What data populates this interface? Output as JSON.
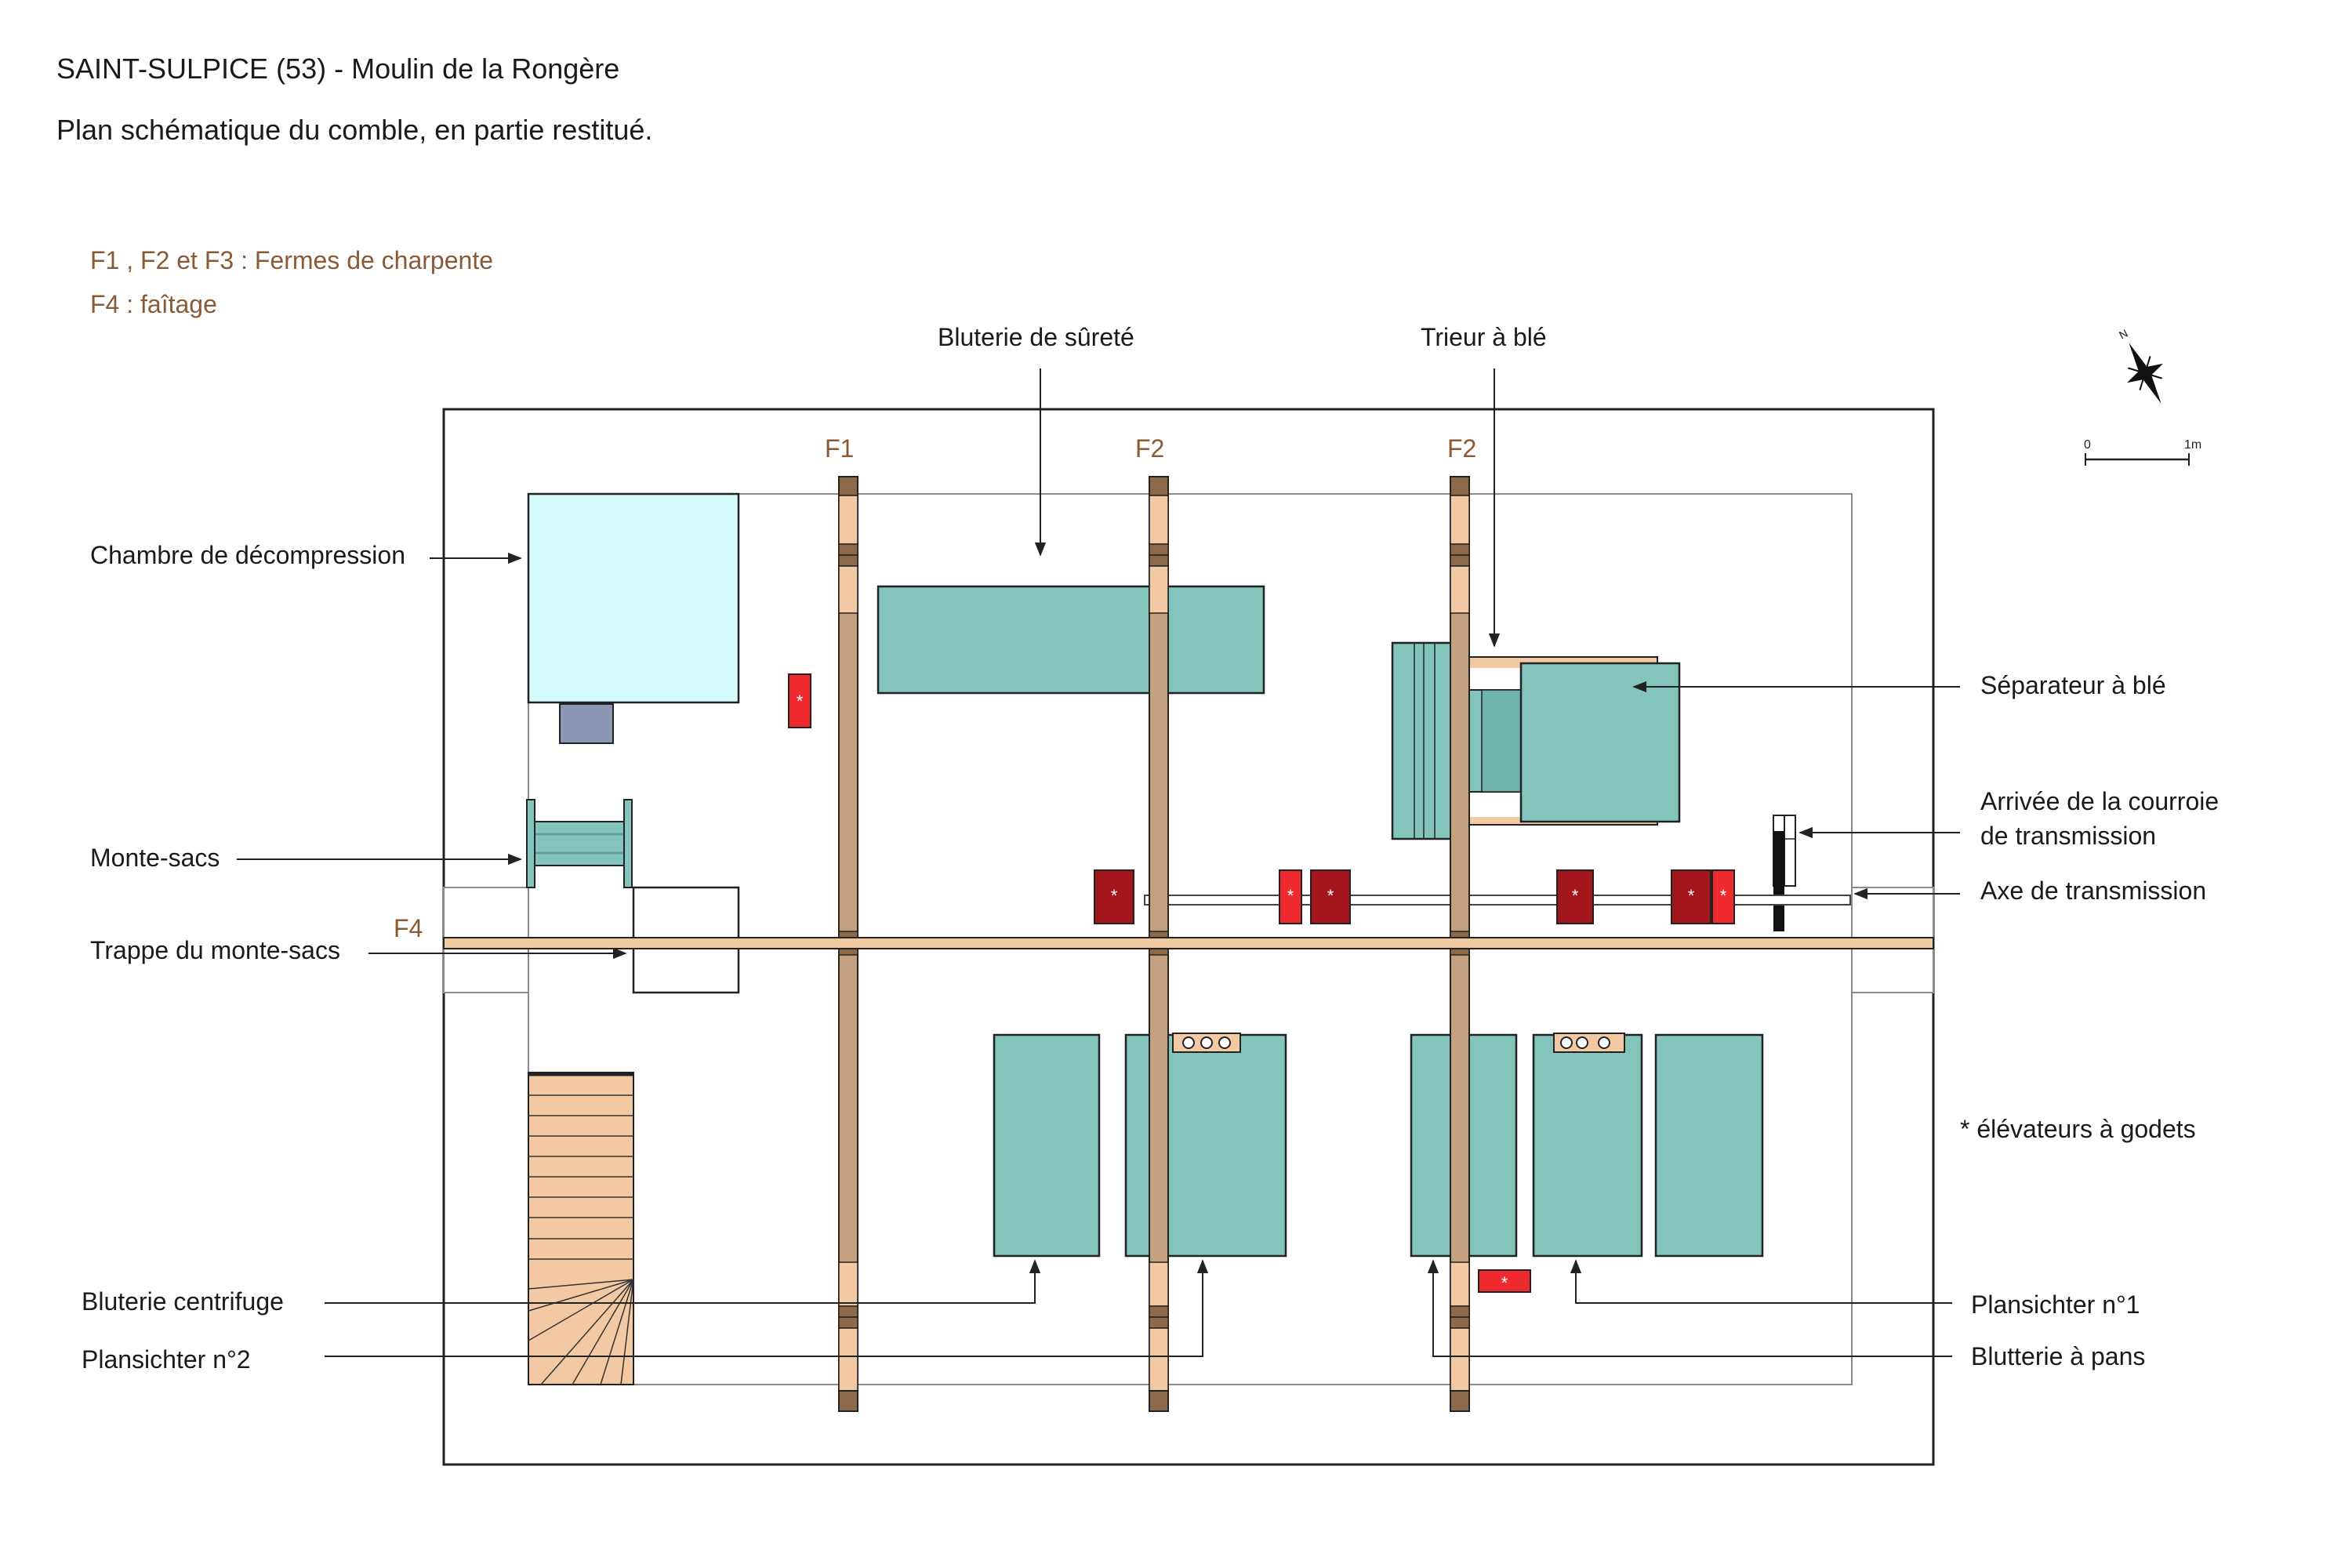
{
  "header": {
    "title": "SAINT-SULPICE (53) - Moulin de la Rongère",
    "subtitle": "Plan schématique du comble, en partie restitué."
  },
  "legend": {
    "line1": "F1 , F2 et F3 : Fermes de charpente",
    "line2": "F4 : faîtage"
  },
  "truss_labels": {
    "f1": "F1",
    "f2a": "F2",
    "f2b": "F2",
    "f4": "F4"
  },
  "labels": {
    "bluterie_surete": "Bluterie de sûreté",
    "trieur": "Trieur à blé",
    "chambre": "Chambre de décompression",
    "monte_sacs": "Monte-sacs",
    "trappe": "Trappe du monte-sacs",
    "separateur": "Séparateur à blé",
    "courroie_1": "Arrivée de la courroie",
    "courroie_2": "de transmission",
    "axe": "Axe de transmission",
    "elevateurs": "* élévateurs à godets",
    "centrifuge": "Bluterie centrifuge",
    "plansichter2": "Plansichter n°2",
    "plansichter1": "Plansichter n°1",
    "pans": "Blutterie à pans"
  },
  "scale": {
    "start": "0",
    "end": "1m"
  },
  "compass": {
    "north": "N"
  },
  "elevator_mark": "*",
  "colors": {
    "truss": "#c4a280",
    "truss_light": "#f2c9a3",
    "truss_dark": "#8c6a4a",
    "ridge": "#f2c9a3",
    "machine": "#83c4bd",
    "chamber": "#d5fafc",
    "chamber_base": "#8b96b4",
    "elevator_dark": "#a3161b",
    "elevator_bright": "#ee2a2f",
    "stair": "#f2c9a3",
    "legend_text": "#8a5a36"
  }
}
